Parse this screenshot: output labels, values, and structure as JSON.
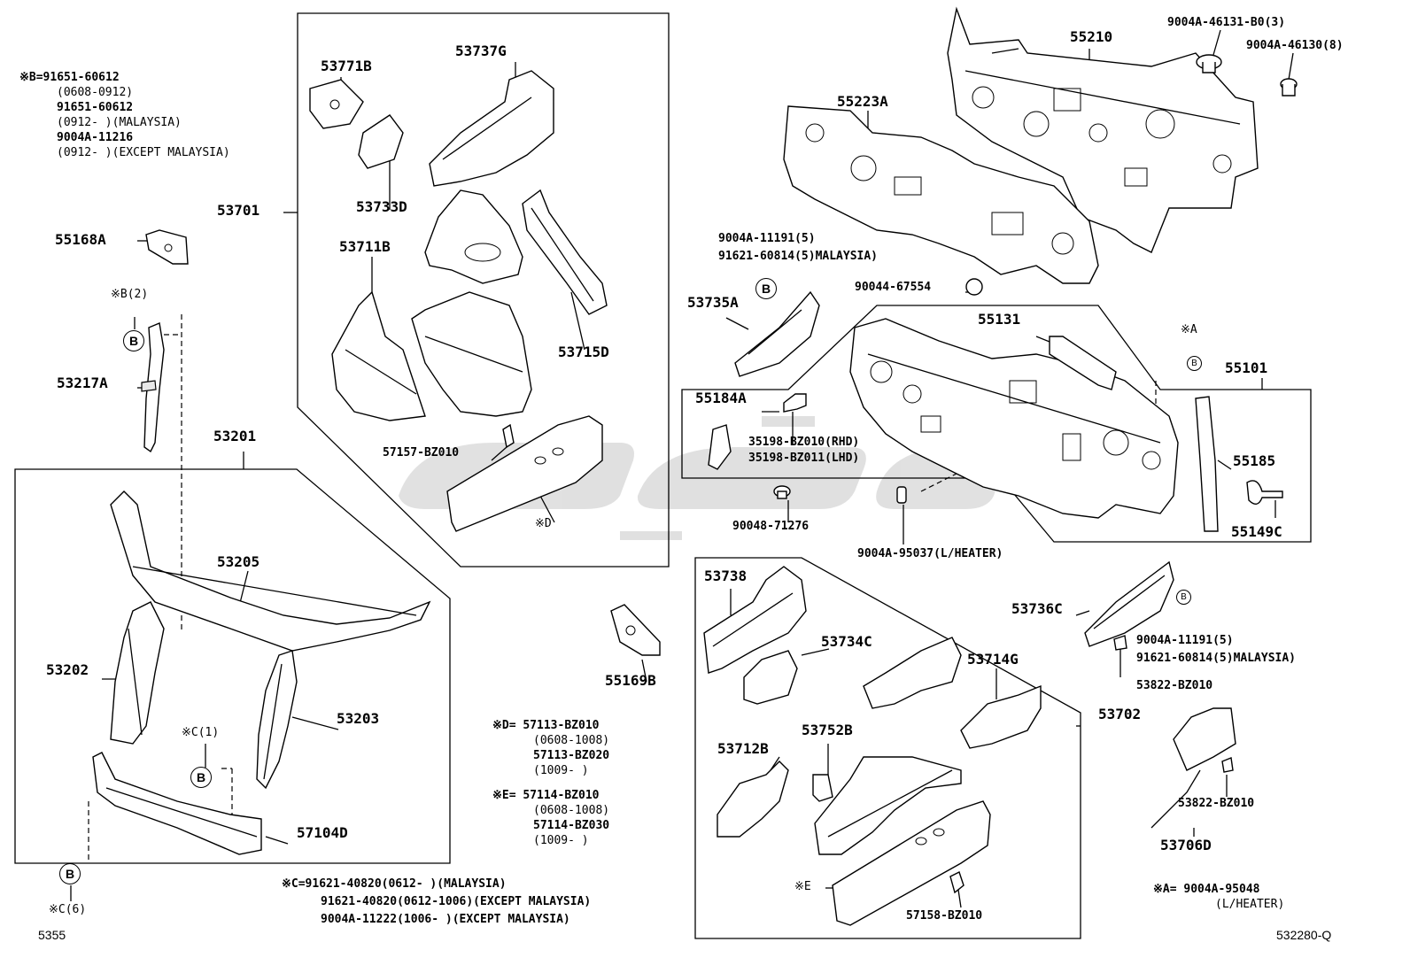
{
  "watermark": "تو یو ک",
  "group_labels": {
    "g53701": "53701",
    "g53201": "53201",
    "g53702": "53702",
    "g55101": "55101",
    "g53706d": "53706D"
  },
  "part_labels": {
    "p53771b": "53771B",
    "p53737g": "53737G",
    "p53733d": "53733D",
    "p53711b": "53711B",
    "p53715d": "53715D",
    "p57157": "57157-BZ010",
    "pxd": "※D",
    "p55168a": "55168A",
    "pxb2": "※B(2)",
    "p53217a": "53217A",
    "p53205": "53205",
    "p53202": "53202",
    "p53203": "53203",
    "pxc1": "※C(1)",
    "p57104d": "57104D",
    "pxc6": "※C(6)",
    "p55169b": "55169B",
    "p55210": "55210",
    "p55223a": "55223A",
    "p46131": "9004A-46131-B0(3)",
    "p46130": "9004A-46130(8)",
    "p11191a": "9004A-11191(5)",
    "p60814a": "91621-60814(5)MALAYSIA)",
    "p53735a": "53735A",
    "p67554": "90044-67554",
    "p55131": "55131",
    "pxa": "※A",
    "p55184a": "55184A",
    "p35198a": "35198-BZ010(RHD)",
    "p35198b": "35198-BZ011(LHD)",
    "p55185": "55185",
    "p55149c": "55149C",
    "p71276": "90048-71276",
    "p95037": "9004A-95037(L/HEATER)",
    "p53738": "53738",
    "p53734c": "53734C",
    "p53714g": "53714G",
    "p53752b": "53752B",
    "p53712b": "53712B",
    "pxe": "※E",
    "p57158": "57158-BZ010",
    "p53736c": "53736C",
    "p11191b": "9004A-11191(5)",
    "p60814b": "91621-60814(5)MALAYSIA)",
    "p53822a": "53822-BZ010",
    "p53822b": "53822-BZ010"
  },
  "circle_letter": "B",
  "notes": {
    "b_note": [
      "※B=91651-60612",
      "(0608-0912)",
      "91651-60612",
      "(0912-      )(MALAYSIA)",
      "9004A-11216",
      "(0912-      )(EXCEPT MALAYSIA)"
    ],
    "d_note": [
      "※D= 57113-BZ010",
      "(0608-1008)",
      "57113-BZ020",
      "(1009-      )"
    ],
    "e_note": [
      "※E= 57114-BZ010",
      "(0608-1008)",
      "57114-BZ030",
      "(1009-      )"
    ],
    "c_note": [
      "※C=91621-40820(0612-      )(MALAYSIA)",
      "91621-40820(0612-1006)(EXCEPT MALAYSIA)",
      "9004A-11222(1006-      )(EXCEPT MALAYSIA)"
    ],
    "a_note": [
      "※A= 9004A-95048",
      "(L/HEATER)"
    ]
  },
  "footer": {
    "left_code": "5355",
    "right_code": "532280-Q"
  }
}
